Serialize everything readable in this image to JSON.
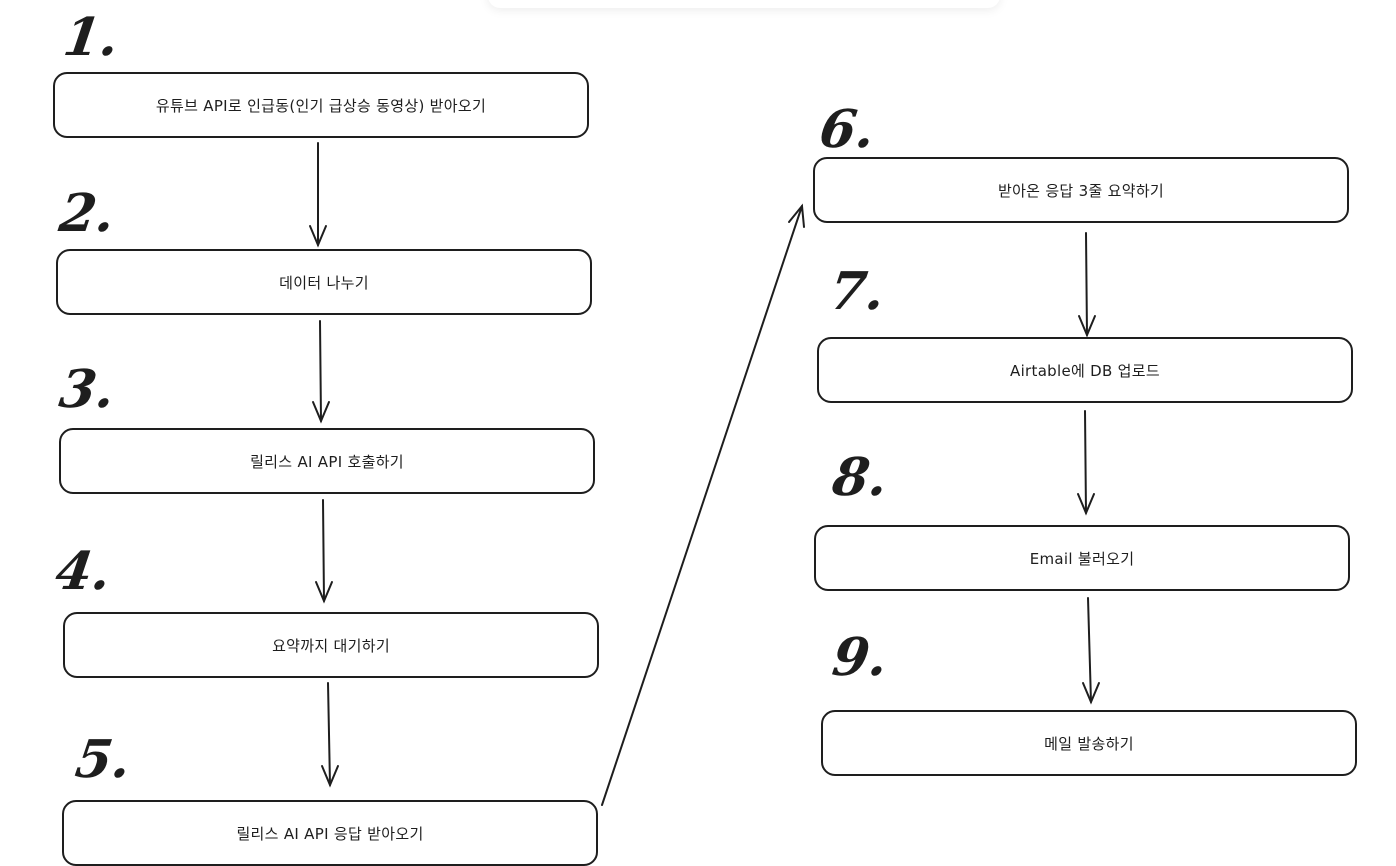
{
  "steps": [
    {
      "number": "1.",
      "label": "유튜브 API로 인급동(인기 급상승 동영상) 받아오기"
    },
    {
      "number": "2.",
      "label": "데이터 나누기"
    },
    {
      "number": "3.",
      "label": "릴리스 AI API 호출하기"
    },
    {
      "number": "4.",
      "label": "요약까지 대기하기"
    },
    {
      "number": "5.",
      "label": "릴리스 AI API 응답 받아오기"
    },
    {
      "number": "6.",
      "label": "받아온 응답 3줄 요약하기"
    },
    {
      "number": "7.",
      "label": "Airtable에 DB 업로드"
    },
    {
      "number": "8.",
      "label": "Email 불러오기"
    },
    {
      "number": "9.",
      "label": "메일 발송하기"
    }
  ]
}
